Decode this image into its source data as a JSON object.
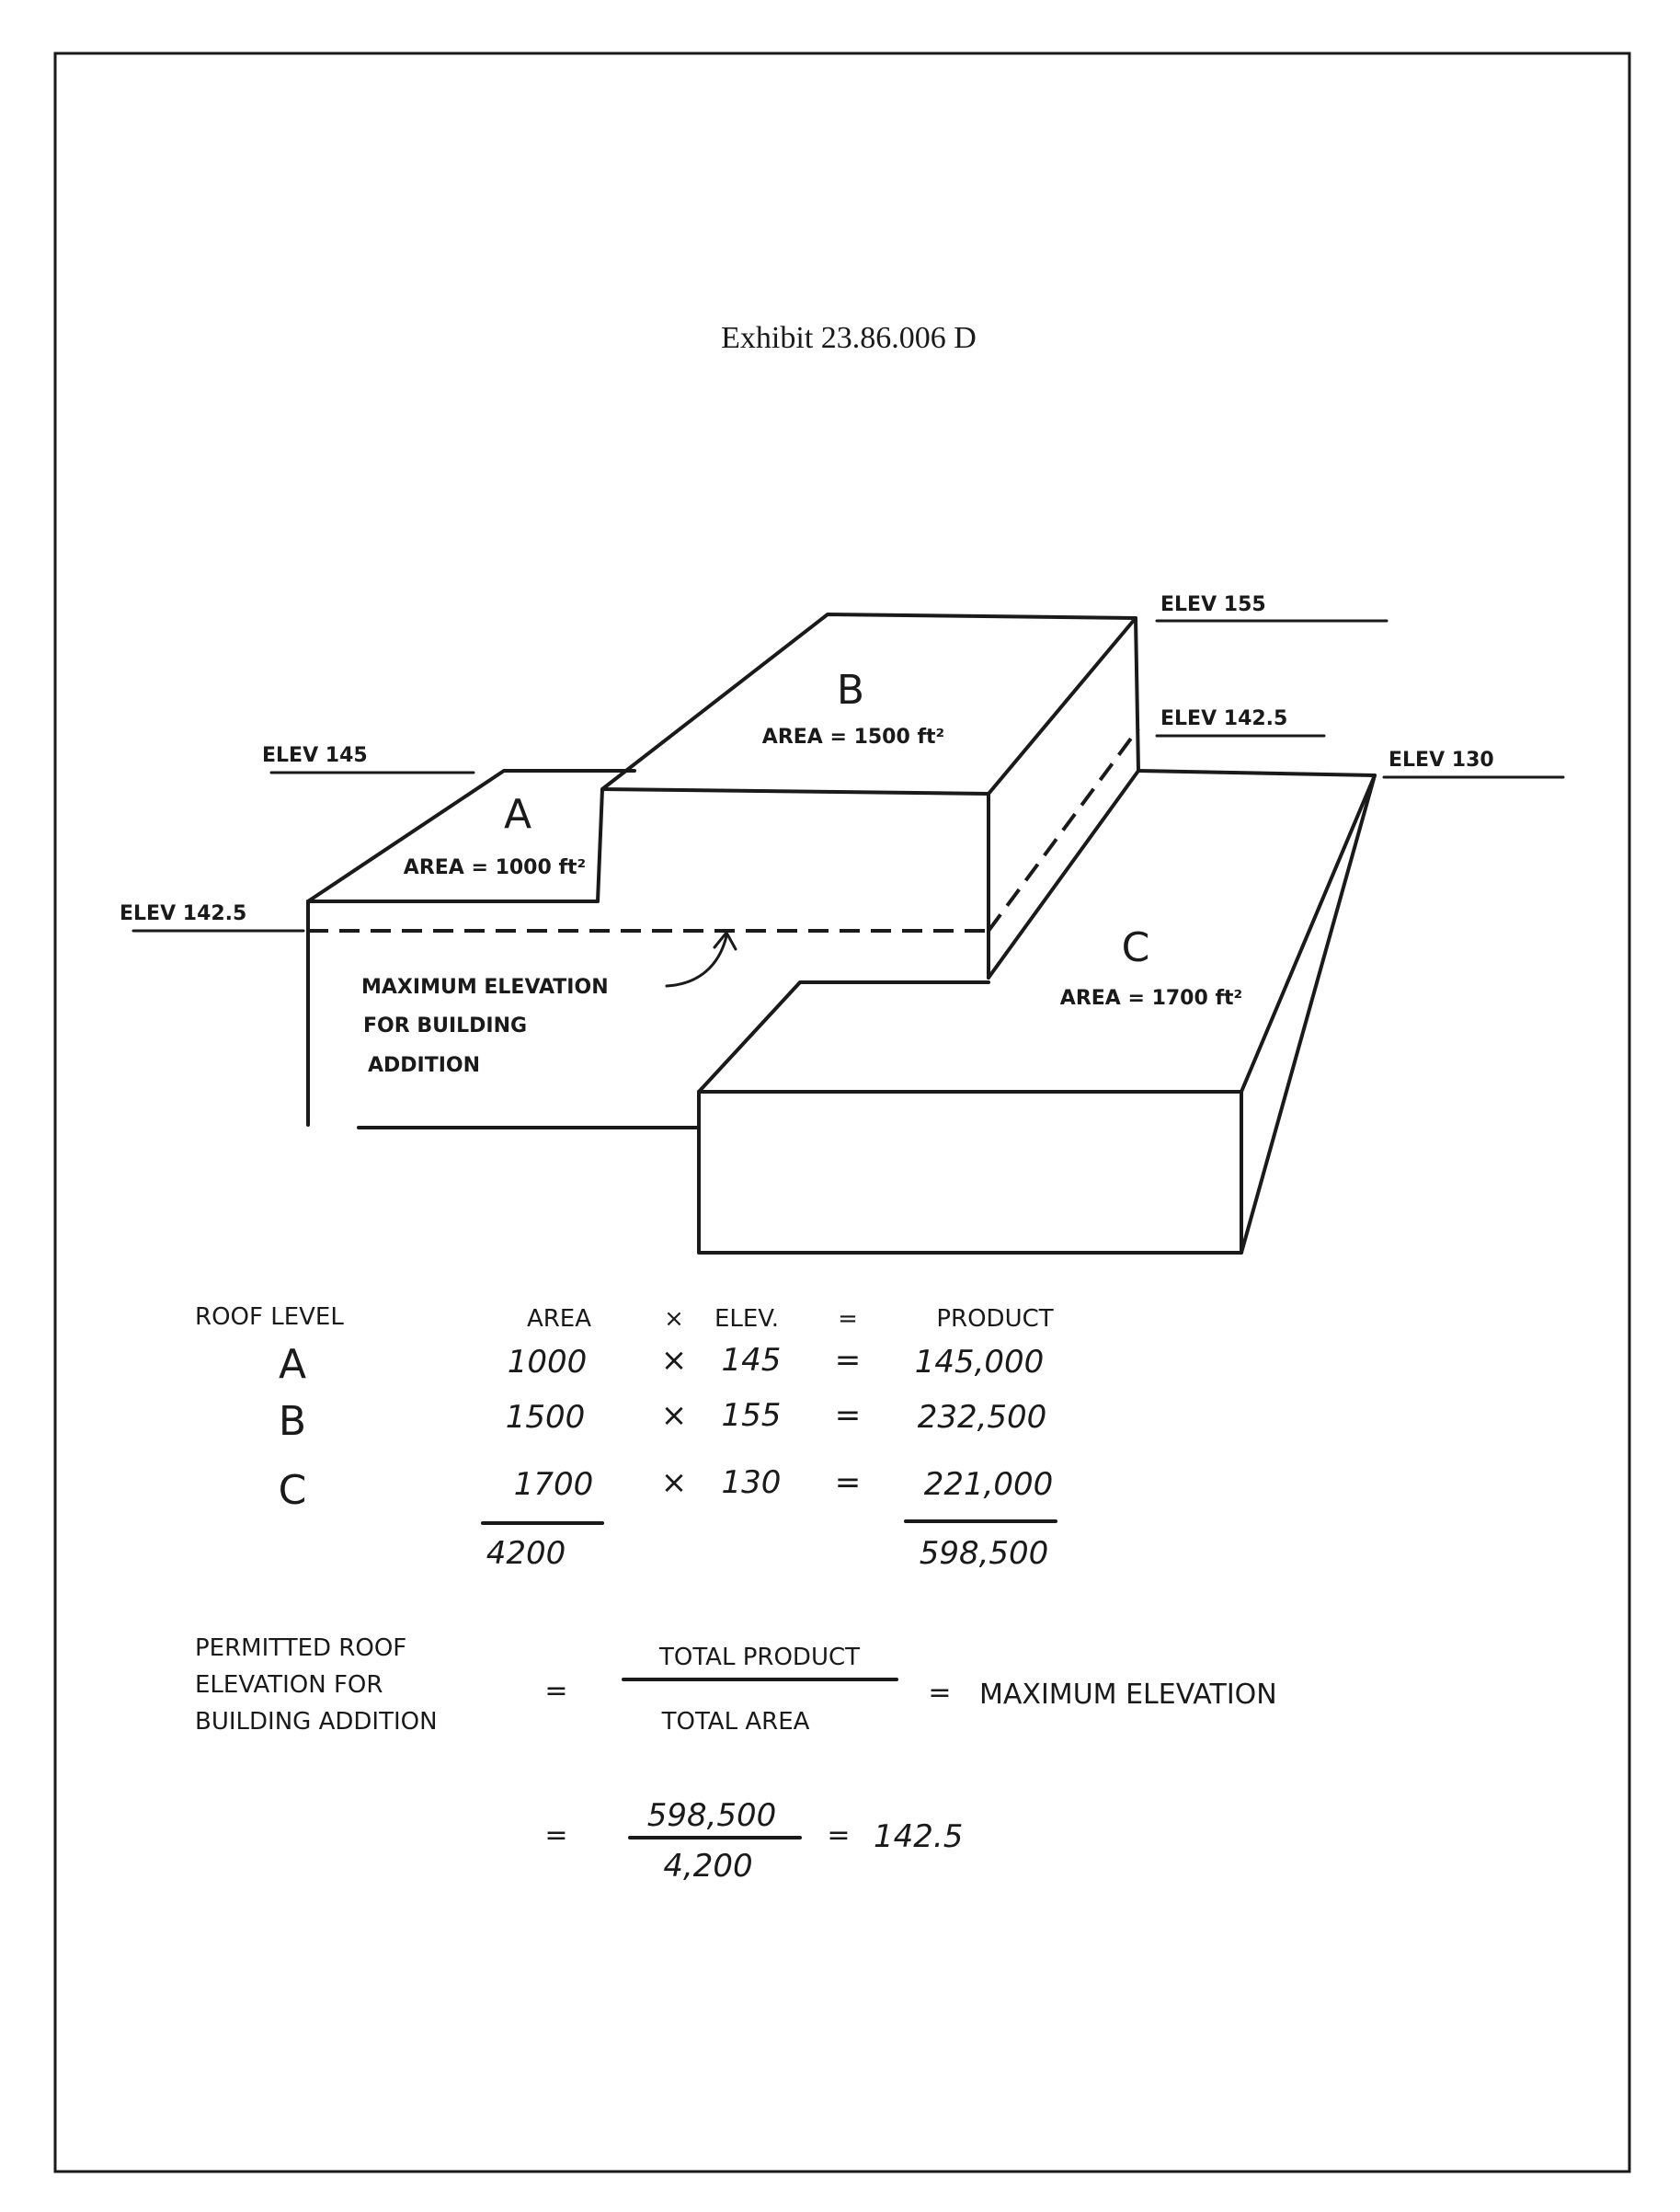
{
  "title": "Exhibit 23.86.006 D",
  "diagram": {
    "elev_labels": {
      "a_top": "ELEV 145",
      "a_left": "ELEV 142.5",
      "b_top": "ELEV 155",
      "b_mid": "ELEV 142.5",
      "c_top": "ELEV 130"
    },
    "roofs": {
      "a": {
        "letter": "A",
        "area": "AREA = 1000 ft²"
      },
      "b": {
        "letter": "B",
        "area": "AREA = 1500 ft²"
      },
      "c": {
        "letter": "C",
        "area": "AREA = 1700 ft²"
      }
    },
    "annotation": [
      "MAXIMUM ELEVATION",
      "FOR BUILDING",
      "ADDITION"
    ]
  },
  "table": {
    "headers": {
      "roof_level": "ROOF LEVEL",
      "area": "AREA",
      "times": "×",
      "elev": "ELEV.",
      "equals": "=",
      "product": "PRODUCT"
    },
    "rows": [
      {
        "level": "A",
        "area": "1000",
        "times": "×",
        "elev": "145",
        "equals": "=",
        "product": "145,000"
      },
      {
        "level": "B",
        "area": "1500",
        "times": "×",
        "elev": "155",
        "equals": "=",
        "product": "232,500"
      },
      {
        "level": "C",
        "area": "1700",
        "times": "×",
        "elev": "130",
        "equals": "=",
        "product": "221,000"
      }
    ],
    "totals": {
      "area": "4200",
      "product": "598,500"
    }
  },
  "formula": {
    "lhs": [
      "PERMITTED ROOF",
      "ELEVATION FOR",
      "BUILDING ADDITION"
    ],
    "equals": "=",
    "numerator": "TOTAL PRODUCT",
    "denominator": "TOTAL AREA",
    "equals2": "=",
    "result": "MAXIMUM ELEVATION",
    "line2_equals": "=",
    "line2_numerator": "598,500",
    "line2_denominator": "4,200",
    "line2_equals2": "=",
    "line2_result": "142.5"
  }
}
